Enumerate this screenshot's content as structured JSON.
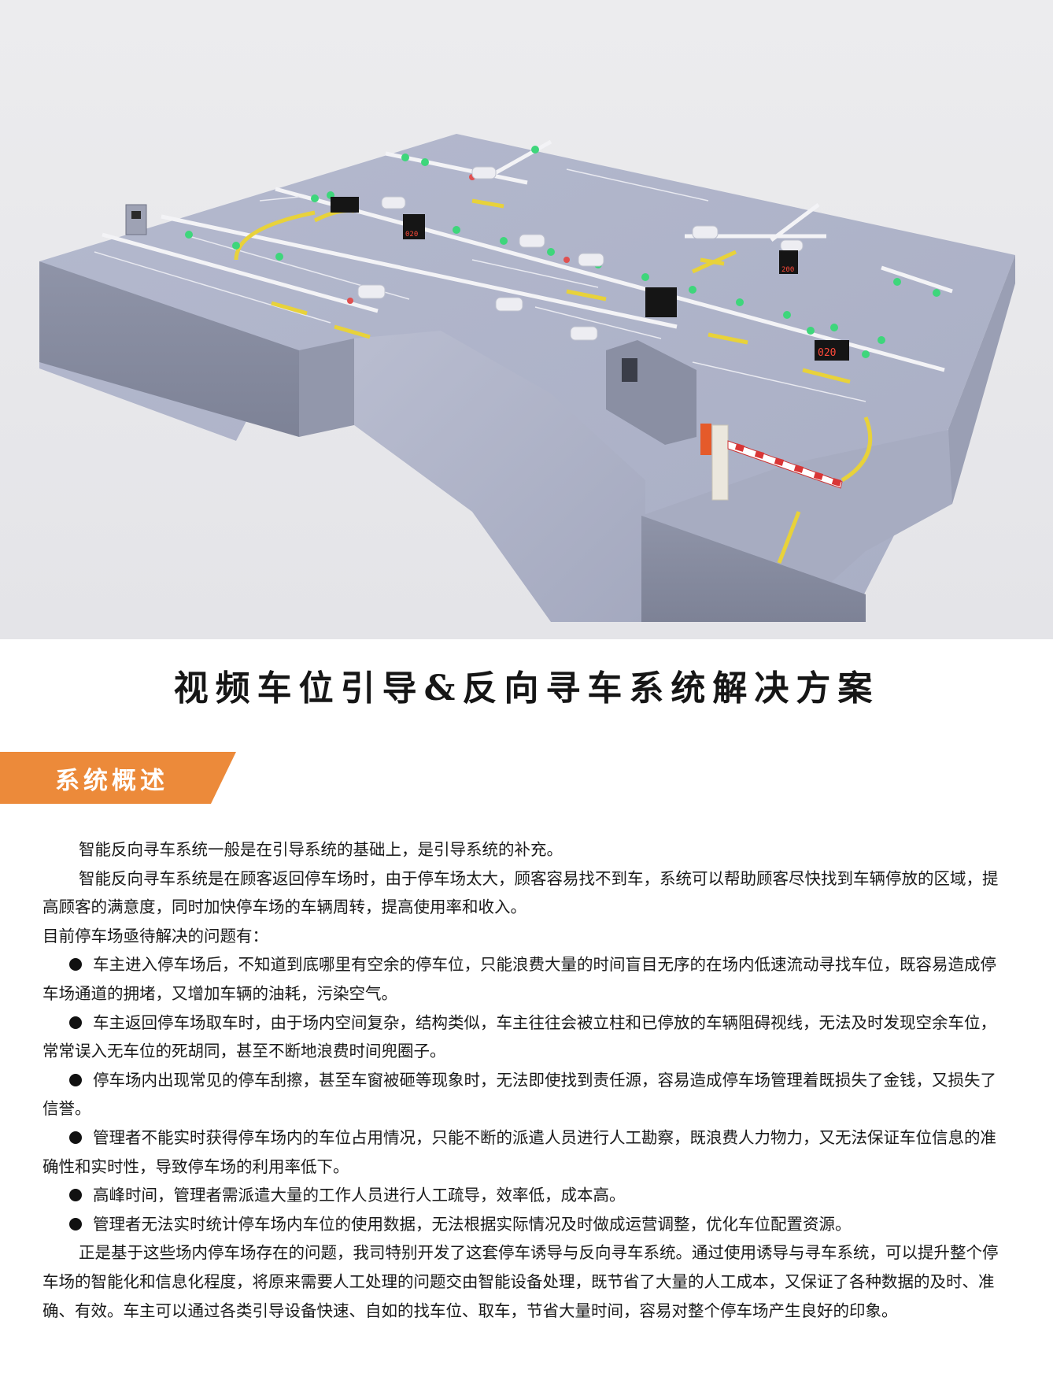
{
  "hero": {
    "sign_texts": [
      "020",
      "200",
      "020"
    ]
  },
  "title": "视频车位引导&反向寻车系统解决方案",
  "section": {
    "label": "系统概述",
    "color": "#ec8a3a"
  },
  "paragraphs": {
    "p1": "智能反向寻车系统一般是在引导系统的基础上，是引导系统的补充。",
    "p2": "智能反向寻车系统是在顾客返回停车场时，由于停车场太大，顾客容易找不到车，系统可以帮助顾客尽快找到车辆停放的区域，提高顾客的满意度，同时加快停车场的车辆周转，提高使用率和收入。",
    "p3": "目前停车场亟待解决的问题有："
  },
  "bullets": [
    "车主进入停车场后，不知道到底哪里有空余的停车位，只能浪费大量的时间盲目无序的在场内低速流动寻找车位，既容易造成停车场通道的拥堵，又增加车辆的油耗，污染空气。",
    "车主返回停车场取车时，由于场内空间复杂，结构类似，车主往往会被立柱和已停放的车辆阻碍视线，无法及时发现空余车位，常常误入无车位的死胡同，甚至不断地浪费时间兜圈子。",
    "停车场内出现常见的停车刮擦，甚至车窗被砸等现象时，无法即使找到责任源，容易造成停车场管理着既损失了金钱，又损失了信誉。",
    "管理者不能实时获得停车场内的车位占用情况，只能不断的派遣人员进行人工勘察，既浪费人力物力，又无法保证车位信息的准确性和实时性，导致停车场的利用率低下。",
    "高峰时间，管理者需派遣大量的工作人员进行人工疏导，效率低，成本高。",
    "管理者无法实时统计停车场内车位的使用数据，无法根据实际情况及时做成运营调整，优化车位配置资源。"
  ],
  "conclusion": "正是基于这些场内停车场存在的问题，我司特别开发了这套停车诱导与反向寻车系统。通过使用诱导与寻车系统，可以提升整个停车场的智能化和信息化程度，将原来需要人工处理的问题交由智能设备处理，既节省了大量的人工成本，又保证了各种数据的及时、准确、有效。车主可以通过各类引导设备快速、自如的找车位、取车，节省大量时间，容易对整个停车场产生良好的印象。"
}
